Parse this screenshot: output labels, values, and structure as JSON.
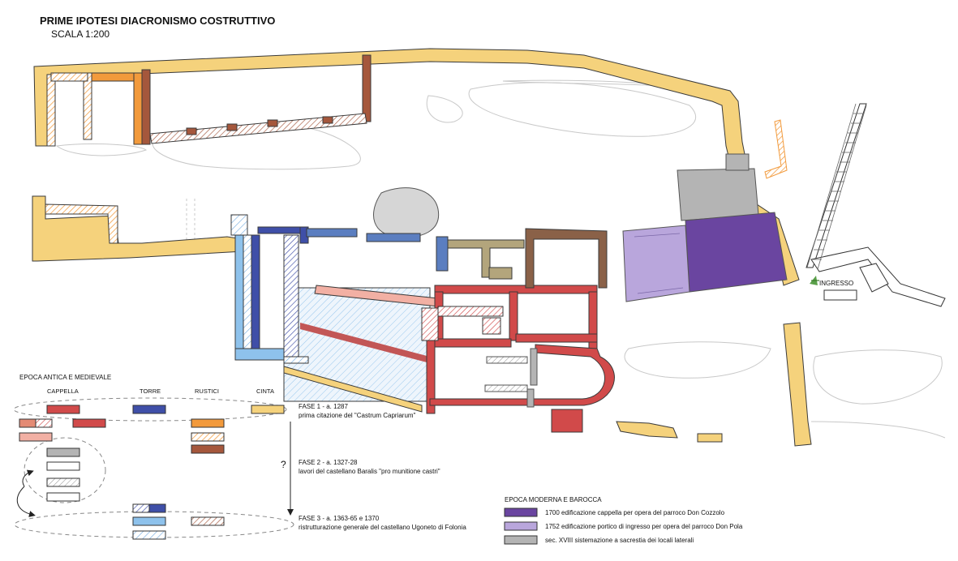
{
  "title": "PRIME IPOTESI DIACRONISMO COSTRUTTIVO",
  "scale": "SCALA 1:200",
  "entrance_label": "INGRESSO",
  "question_mark": "?",
  "legend_medieval": {
    "heading": "EPOCA ANTICA E MEDIEVALE",
    "columns": [
      "CAPPELLA",
      "TORRE",
      "RUSTICI",
      "CINTA"
    ],
    "phases": [
      {
        "title": "FASE 1 - a. 1287",
        "desc": "prima citazione del \"Castrum Capriarum\""
      },
      {
        "title": "FASE 2 - a. 1327-28",
        "desc": "lavori del castellano Baralis \"pro munitione castri\""
      },
      {
        "title": "FASE 3 - a. 1363-65 e 1370",
        "desc": "ristrutturazione generale del castellano Ugoneto di Folonia"
      }
    ]
  },
  "legend_modern": {
    "heading": "EPOCA MODERNA E BAROCCA",
    "items": [
      {
        "label": "1700 edificazione cappella per opera del parroco Don Cozzolo",
        "color": "#6a45a0"
      },
      {
        "label": "1752 edificazione portico di ingresso per opera del parroco Don Pola",
        "color": "#b9a6dc"
      },
      {
        "label": "sec. XVIII sistemazione a sacrestia dei locali laterali",
        "color": "#b4b4b4"
      }
    ]
  },
  "colors": {
    "cinta": "#f5d27c",
    "torre": "#3f4fa8",
    "torre_light": "#8ec2ec",
    "cappella": "#d14a4a",
    "cappella_light": "#f2b0a4",
    "rustici": "#f29a3c",
    "rustici_dark": "#a5573c",
    "grey": "#b4b4b4",
    "olive": "#b3a57c",
    "brown": "#8a6148",
    "purple": "#6a45a0",
    "lilac": "#b9a6dc"
  }
}
